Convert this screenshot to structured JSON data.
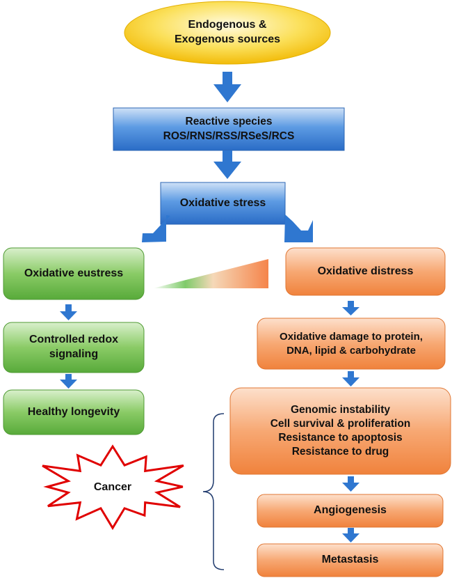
{
  "nodes": {
    "sources": {
      "lines": [
        "Endogenous &",
        "Exogenous sources"
      ]
    },
    "reactive": {
      "lines": [
        "Reactive species",
        "ROS/RNS/RSS/RSeS/RCS"
      ]
    },
    "stress": {
      "lines": [
        "Oxidative stress"
      ]
    },
    "eustress": {
      "lines": [
        "Oxidative eustress"
      ]
    },
    "redox": {
      "lines": [
        "Controlled redox",
        "signaling"
      ]
    },
    "longevity": {
      "lines": [
        "Healthy longevity"
      ]
    },
    "distress": {
      "lines": [
        "Oxidative distress"
      ]
    },
    "damage": {
      "lines": [
        "Oxidative damage to protein,",
        "DNA, lipid & carbohydrate"
      ]
    },
    "hallmarks": {
      "lines": [
        "Genomic instability",
        "Cell survival & proliferation",
        "Resistance to apoptosis",
        "Resistance to drug"
      ]
    },
    "angiogenesis": {
      "lines": [
        "Angiogenesis"
      ]
    },
    "metastasis": {
      "lines": [
        "Metastasis"
      ]
    },
    "cancer": {
      "lines": [
        "Cancer"
      ]
    }
  },
  "colors": {
    "yellow": "#f7c800",
    "blue": "#3f86d6",
    "green": "#6fbf4e",
    "orange": "#f59a5d",
    "arrow": "#2f77d0",
    "star_outline": "#e00000"
  }
}
